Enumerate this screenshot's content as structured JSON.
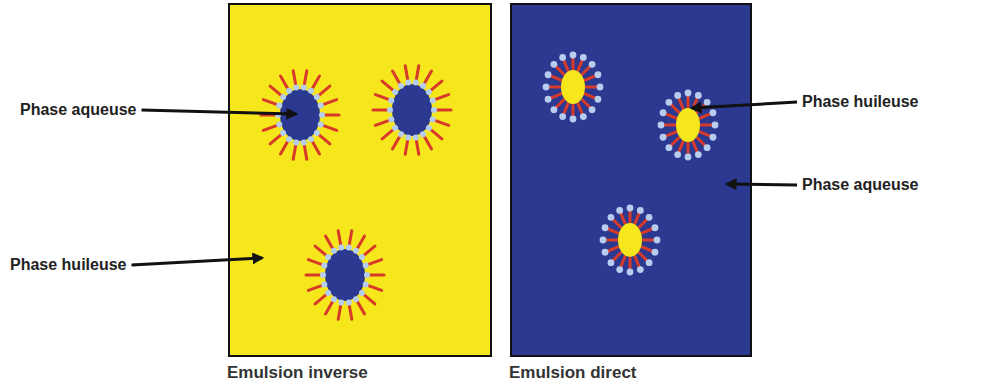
{
  "diagram": {
    "nodes": [
      {
        "text": [
          "Emulsion inverse"
        ]
      },
      {
        "text": [
          "Emulsion direct"
        ]
      }
    ],
    "labels": [
      "Phase aqueuse",
      "Phase huileuse",
      "Phase huileuse",
      "Phase aqueuse"
    ]
  }
}
